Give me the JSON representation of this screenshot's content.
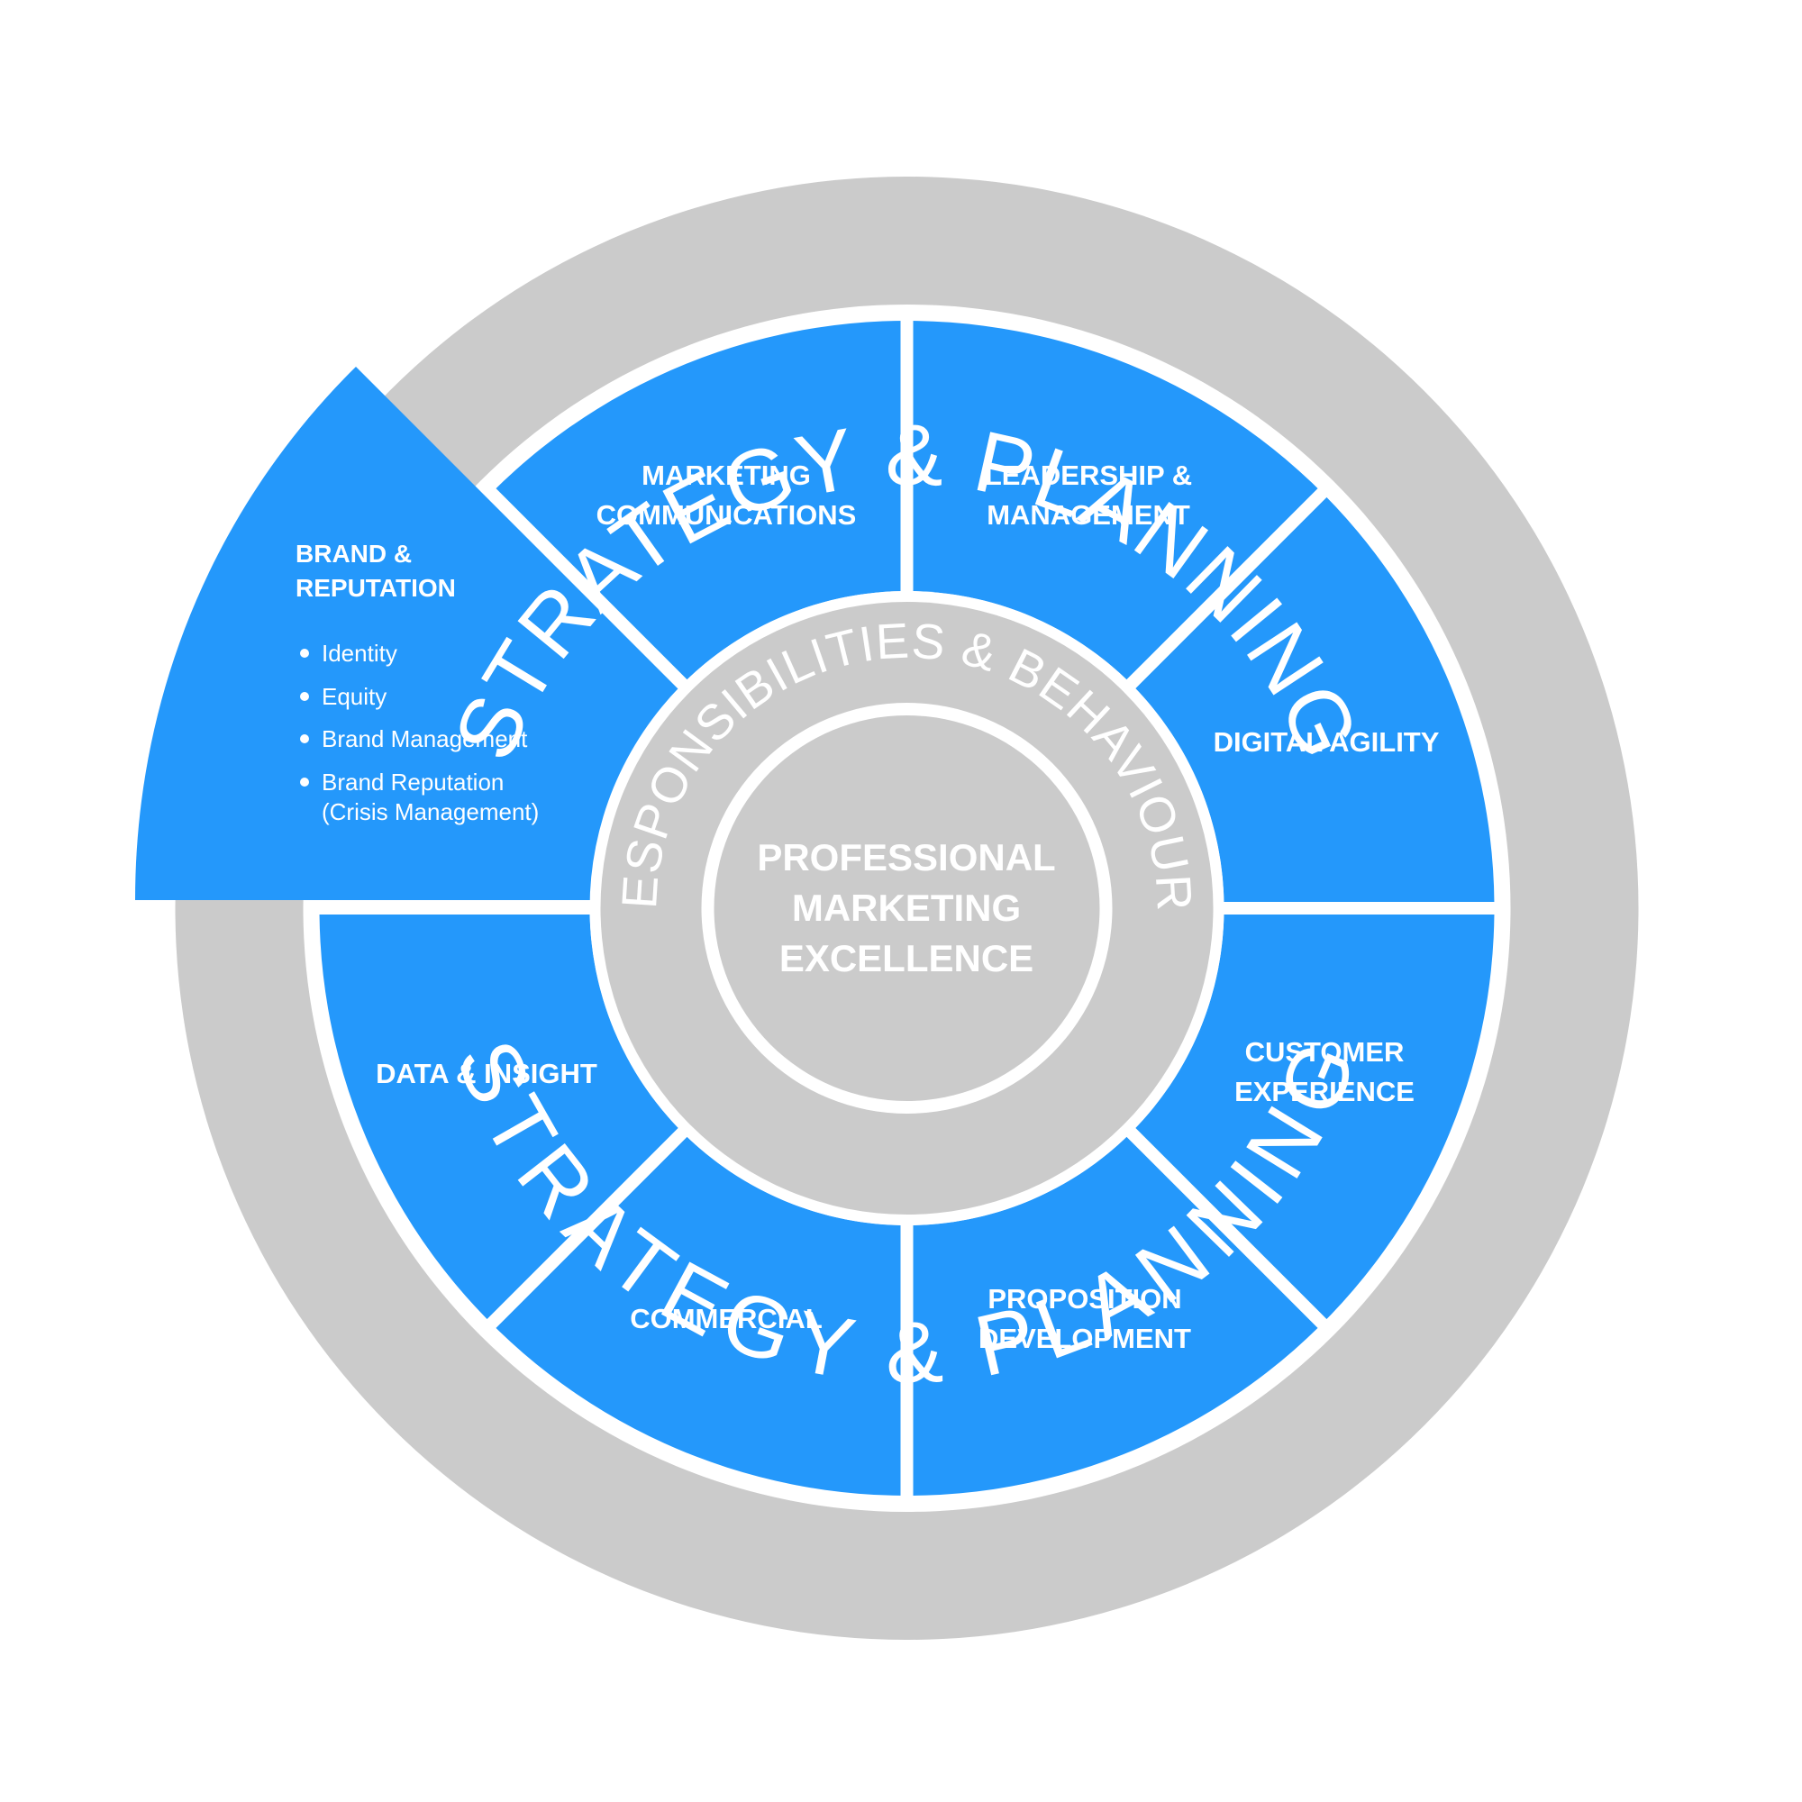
{
  "colors": {
    "ring_gray": "#cbcbcb",
    "segment_blue": "#2498fb",
    "separator_white": "#ffffff",
    "text_white": "#ffffff"
  },
  "outer_ring": {
    "top_text": "STRATEGY & PLANNING",
    "bottom_text": "STRATEGY & PLANNING"
  },
  "inner_ring": {
    "text": "RESPONSIBILITIES & BEHAVIOURS"
  },
  "core": {
    "lines": [
      "PROFESSIONAL",
      "MARKETING",
      "EXCELLENCE"
    ]
  },
  "segments": {
    "marketing_communications": [
      "MARKETING",
      "COMMUNICATIONS"
    ],
    "leadership_management": [
      "LEADERSHIP &",
      "MANAGEMENT"
    ],
    "digital_agility": [
      "DIGITAL AGILITY"
    ],
    "customer_experience": [
      "CUSTOMER",
      "EXPERIENCE"
    ],
    "proposition_development": [
      "PROPOSITION",
      "DEVELOPMENT"
    ],
    "commercial": [
      "COMMERCIAL"
    ],
    "data_insight": [
      "DATA & INSIGHT"
    ]
  },
  "brand_reputation": {
    "title": [
      "BRAND &",
      "REPUTATION"
    ],
    "items": [
      "Identity",
      "Equity",
      "Brand Management",
      "Brand Reputation",
      "(Crisis Management)"
    ]
  }
}
